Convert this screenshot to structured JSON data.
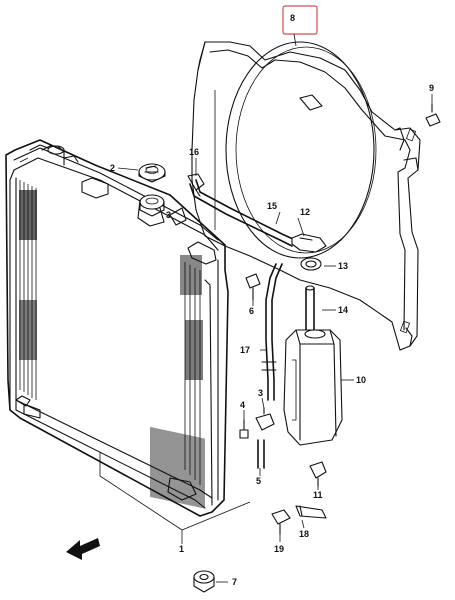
{
  "labels": {
    "p1": "1",
    "p2": "2",
    "p3": "3",
    "p4": "4",
    "p5": "5",
    "p6": "6",
    "p7": "7",
    "p8": "8",
    "p9": "9",
    "p10": "10",
    "p11": "11",
    "p12": "12",
    "p13": "13",
    "p14": "14",
    "p15": "15",
    "p16": "16",
    "p17": "17",
    "p18": "18",
    "p19": "19"
  },
  "highlight": {
    "part": "8",
    "color": "#d24c4c"
  }
}
